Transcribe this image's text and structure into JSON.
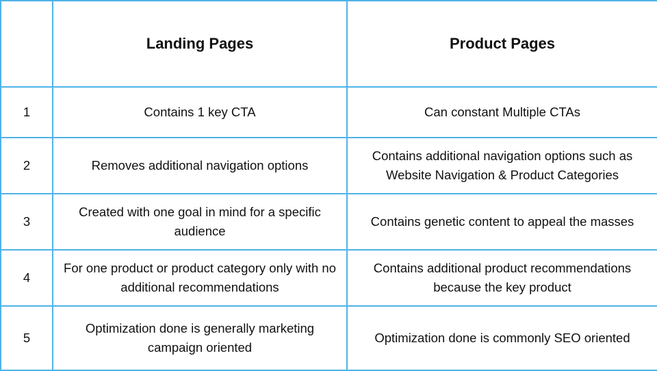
{
  "table": {
    "headers": {
      "number": "",
      "landing": "Landing Pages",
      "product": "Product Pages"
    },
    "rows": [
      {
        "number": "1",
        "landing": "Contains 1 key CTA",
        "product": "Can constant Multiple CTAs"
      },
      {
        "number": "2",
        "landing": "Removes additional navigation options",
        "product": "Contains additional navigation options such as Website Navigation & Product Categories"
      },
      {
        "number": "3",
        "landing": "Created with one goal in mind for a specific audience",
        "product": "Contains genetic content to appeal the masses"
      },
      {
        "number": "4",
        "landing": "For one product or product category only with no additional recommendations",
        "product": "Contains additional product recommendations because the key product"
      },
      {
        "number": "5",
        "landing": "Optimization done is generally marketing campaign oriented",
        "product": "Optimization done is commonly SEO oriented"
      }
    ]
  },
  "colors": {
    "border": "#4fb3e8",
    "text": "#111111",
    "background": "#ffffff"
  }
}
